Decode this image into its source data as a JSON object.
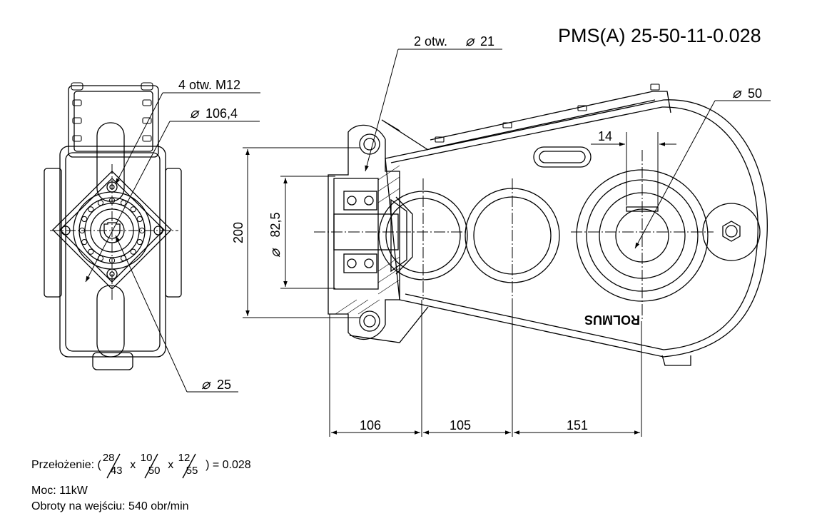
{
  "title": "PMS(A) 25-50-11-0.028",
  "callouts": {
    "holes_top": "2 otw.",
    "holes_top_dia": "21",
    "holes_side": "4 otw. M12",
    "dia_flange": "106,4",
    "dia_input": "25",
    "dia_output": "50",
    "dia_pilot": "82,5"
  },
  "dimensions": {
    "height_200": "200",
    "width_14": "14",
    "d1": "106",
    "d2": "105",
    "d3": "151"
  },
  "brand": "ROLMUS",
  "specs": {
    "ratio_label": "Przełożenie:",
    "open_paren": "(",
    "f1_num": "28",
    "f1_den": "43",
    "f2_num": "10",
    "f2_den": "50",
    "f3_num": "12",
    "f3_den": "55",
    "times": "x",
    "ratio_result": ") = 0.028",
    "power": "Moc: 11kW",
    "speed": "Obroty na wejściu: 540 obr/min"
  }
}
